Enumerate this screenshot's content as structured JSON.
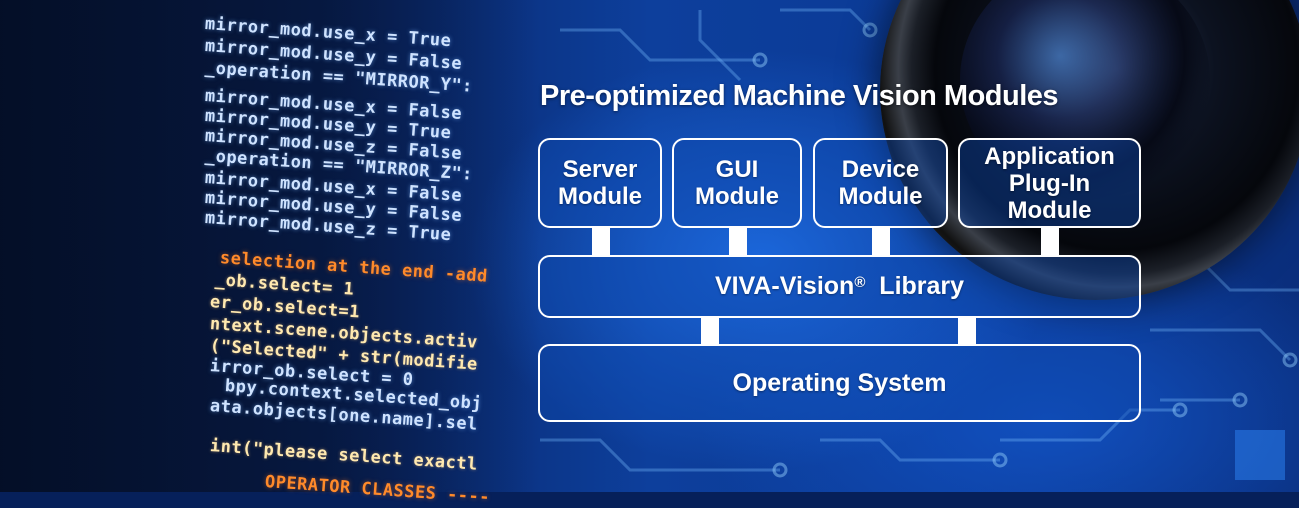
{
  "diagram": {
    "title": "Pre-optimized Machine Vision Modules",
    "modules": [
      {
        "line1": "Server",
        "line2": "Module",
        "line3": ""
      },
      {
        "line1": "GUI",
        "line2": "Module",
        "line3": ""
      },
      {
        "line1": "Device",
        "line2": "Module",
        "line3": ""
      },
      {
        "line1": "Application",
        "line2": "Plug-In",
        "line3": "Module"
      }
    ],
    "library": {
      "name": "VIVA-Vision",
      "mark": "®",
      "suffix": "Library"
    },
    "os": "Operating System"
  },
  "code": {
    "lines": [
      "mirror_mod.use_x = True",
      "mirror_mod.use_y = False",
      "_operation == \"MIRROR_Y\":",
      "mirror_mod.use_x = False",
      "mirror_mod.use_y = True",
      "mirror_mod.use_z = False",
      "_operation == \"MIRROR_Z\":",
      "mirror_mod.use_x = False",
      "mirror_mod.use_y = False",
      "mirror_mod.use_z = True",
      "selection at the end -add",
      "_ob.select= 1",
      "er_ob.select=1",
      "ntext.scene.objects.activ",
      "(\"Selected\" + str(modifie",
      "irror_ob.select = 0",
      "bpy.context.selected_obj",
      "ata.objects[one.name].sel",
      "int(\"please select exactl",
      "OPERATOR CLASSES ----"
    ]
  }
}
